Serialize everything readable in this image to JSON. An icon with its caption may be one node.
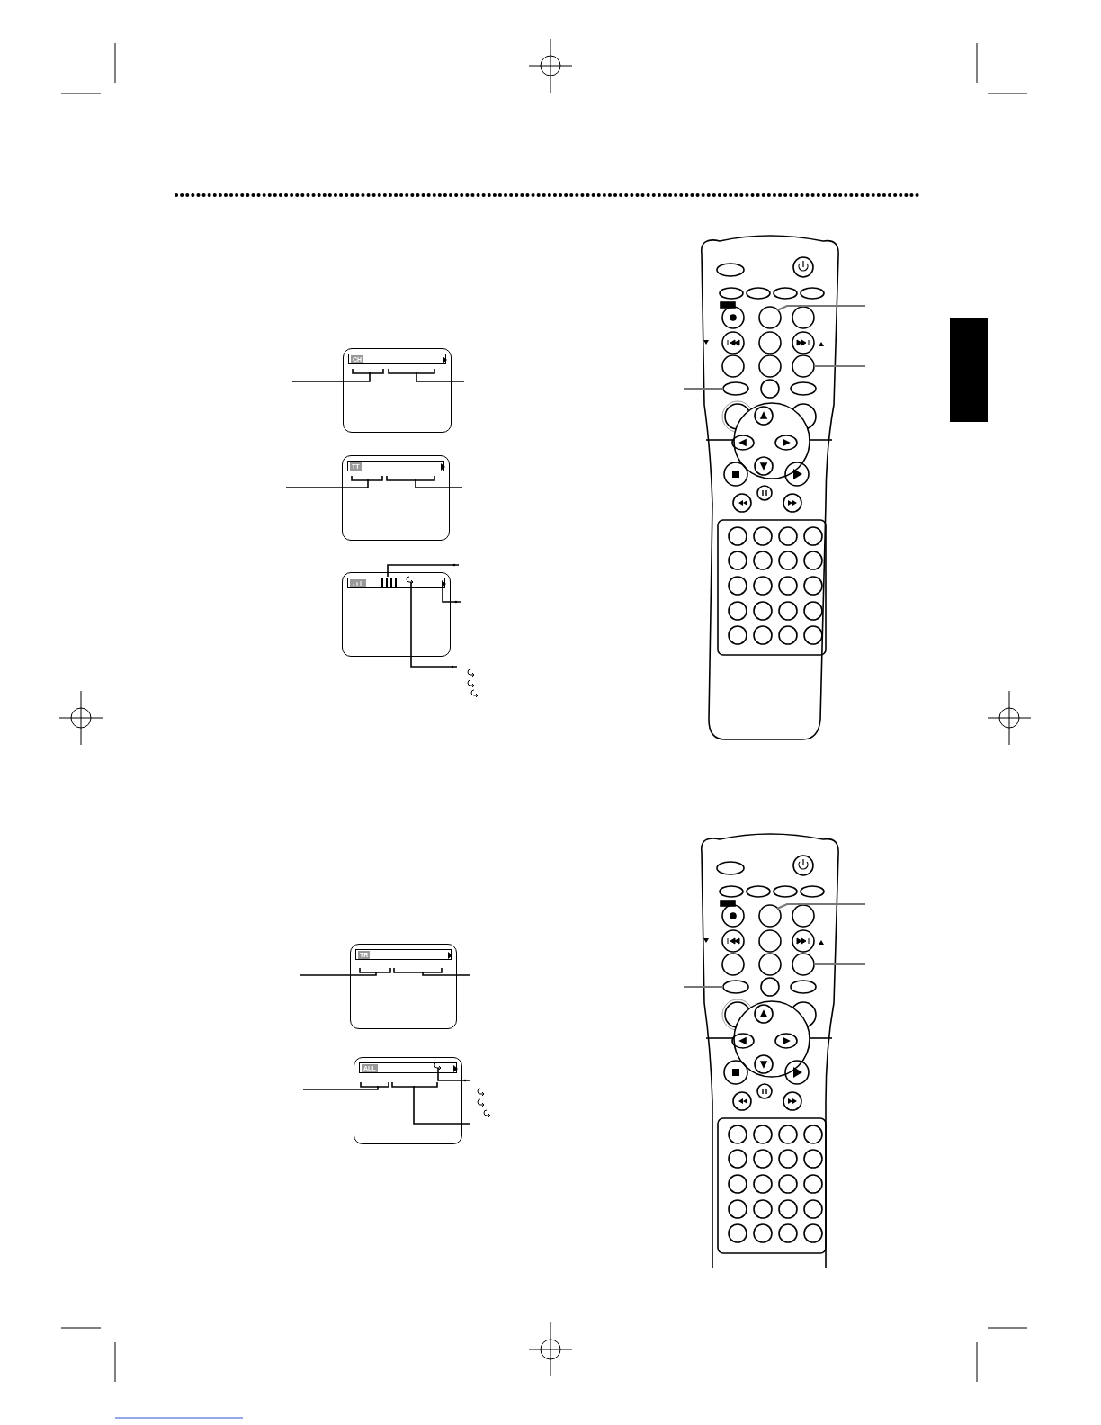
{
  "diagram": {
    "nodes": [
      {
        "text": [
          "CH"
        ]
      },
      {
        "text": [],
        "shape": "bracket",
        "in": 0
      },
      {
        "text": [],
        "shape": "bracket",
        "in": 0
      },
      {
        "text": [],
        "shape": "circle"
      },
      {
        "text": [],
        "shape": "circle"
      },
      {
        "text": [],
        "shape": "ellipse"
      },
      {
        "text": [],
        "shape": "box"
      },
      {
        "text": [
          "TT"
        ]
      },
      {
        "text": [],
        "shape": "bracket",
        "in": 7
      },
      {
        "text": [],
        "shape": "bracket",
        "in": 7
      },
      {
        "text": [],
        "shape": "screen"
      },
      {
        "text": [],
        "shape": "bar",
        "in": 10
      },
      {
        "text": [],
        "shape": "triangle",
        "in": 10
      },
      {
        "text": [],
        "shape": "arrow",
        "in": 10
      },
      {
        "text": [
          "TR"
        ]
      },
      {
        "text": [],
        "shape": "bracket",
        "in": 14
      },
      {
        "text": [],
        "shape": "bracket",
        "in": 14
      },
      {
        "text": [],
        "shape": "circle"
      },
      {
        "text": [],
        "shape": "circle"
      },
      {
        "text": [],
        "shape": "ellipse"
      },
      {
        "text": [
          "ALL"
        ]
      },
      {
        "text": [],
        "shape": "bracket",
        "in": 20
      },
      {
        "text": [],
        "shape": "bracket",
        "in": 20
      },
      {
        "text": [],
        "shape": "arrow",
        "in": 20
      }
    ],
    "edges": [
      {
        "from": null,
        "to": 1,
        "arrow": "none"
      },
      {
        "from": null,
        "to": 2,
        "arrow": "none"
      },
      {
        "from": null,
        "to": 3,
        "arrow": "none",
        "color": "#777777"
      },
      {
        "from": null,
        "to": 4,
        "arrow": "none",
        "color": "#777777"
      },
      {
        "from": null,
        "to": 5,
        "arrow": "none",
        "color": "#777777"
      },
      {
        "from": null,
        "to": 8,
        "arrow": "none"
      },
      {
        "from": null,
        "to": 9,
        "arrow": "none"
      },
      {
        "from": null,
        "to": 11,
        "arrow": "other"
      },
      {
        "from": null,
        "to": 12,
        "arrow": "other"
      },
      {
        "from": null,
        "to": 13,
        "arrow": "other"
      },
      {
        "from": null,
        "to": 15,
        "arrow": "none"
      },
      {
        "from": null,
        "to": 16,
        "arrow": "none"
      },
      {
        "from": null,
        "to": 17,
        "arrow": "none",
        "color": "#777777"
      },
      {
        "from": null,
        "to": 18,
        "arrow": "none",
        "color": "#777777"
      },
      {
        "from": null,
        "to": 19,
        "arrow": "none",
        "color": "#777777"
      },
      {
        "from": null,
        "to": 21,
        "arrow": "none"
      },
      {
        "from": null,
        "to": 22,
        "arrow": "none"
      },
      {
        "from": null,
        "to": 23,
        "arrow": "other"
      }
    ]
  }
}
